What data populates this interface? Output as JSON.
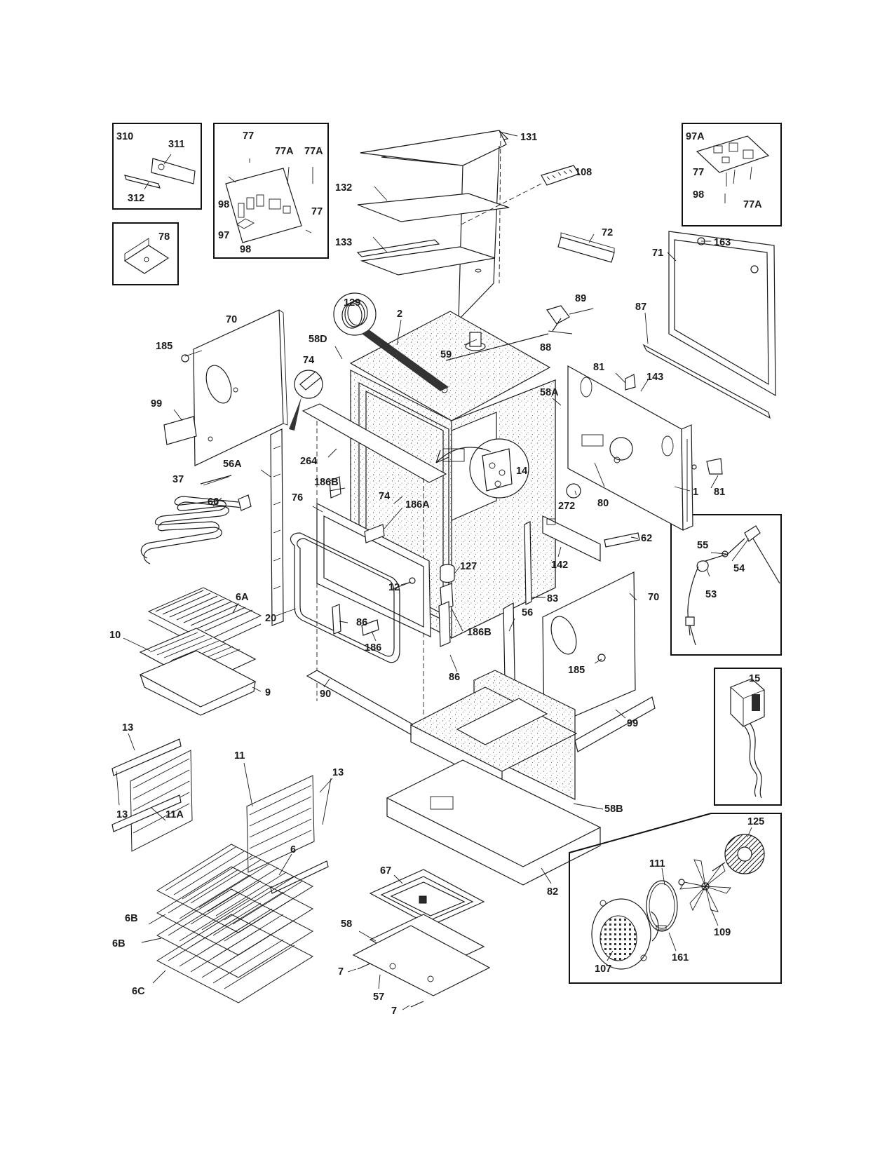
{
  "callouts": [
    {
      "id": "c310",
      "text": "310"
    },
    {
      "id": "c311",
      "text": "311"
    },
    {
      "id": "c312",
      "text": "312"
    },
    {
      "id": "c78",
      "text": "78"
    },
    {
      "id": "c77a",
      "text": "77"
    },
    {
      "id": "c77Aa",
      "text": "77A"
    },
    {
      "id": "c77Ab",
      "text": "77A"
    },
    {
      "id": "c98a",
      "text": "98"
    },
    {
      "id": "c77b",
      "text": "77"
    },
    {
      "id": "c97",
      "text": "97"
    },
    {
      "id": "c98b",
      "text": "98"
    },
    {
      "id": "c131",
      "text": "131"
    },
    {
      "id": "c108",
      "text": "108"
    },
    {
      "id": "c132",
      "text": "132"
    },
    {
      "id": "c133",
      "text": "133"
    },
    {
      "id": "c72",
      "text": "72"
    },
    {
      "id": "c97A",
      "text": "97A"
    },
    {
      "id": "c77c",
      "text": "77"
    },
    {
      "id": "c98c",
      "text": "98"
    },
    {
      "id": "c77Ac",
      "text": "77A"
    },
    {
      "id": "c163",
      "text": "163"
    },
    {
      "id": "c71",
      "text": "71"
    },
    {
      "id": "c87",
      "text": "87"
    },
    {
      "id": "c129",
      "text": "129"
    },
    {
      "id": "c2",
      "text": "2"
    },
    {
      "id": "c89",
      "text": "89"
    },
    {
      "id": "c88",
      "text": "88"
    },
    {
      "id": "c59",
      "text": "59"
    },
    {
      "id": "c58D",
      "text": "58D"
    },
    {
      "id": "c74a",
      "text": "74"
    },
    {
      "id": "c70a",
      "text": "70"
    },
    {
      "id": "c185a",
      "text": "185"
    },
    {
      "id": "c99a",
      "text": "99"
    },
    {
      "id": "c81a",
      "text": "81"
    },
    {
      "id": "c143",
      "text": "143"
    },
    {
      "id": "c58A",
      "text": "58A"
    },
    {
      "id": "c56A",
      "text": "56A"
    },
    {
      "id": "c264",
      "text": "264"
    },
    {
      "id": "c14",
      "text": "14"
    },
    {
      "id": "c37",
      "text": "37"
    },
    {
      "id": "c186Ba",
      "text": "186B"
    },
    {
      "id": "c66",
      "text": "66"
    },
    {
      "id": "c74b",
      "text": "74"
    },
    {
      "id": "c76",
      "text": "76"
    },
    {
      "id": "c186A",
      "text": "186A"
    },
    {
      "id": "c272",
      "text": "272"
    },
    {
      "id": "c80",
      "text": "80"
    },
    {
      "id": "c1",
      "text": "1"
    },
    {
      "id": "c81b",
      "text": "81"
    },
    {
      "id": "c62",
      "text": "62"
    },
    {
      "id": "c55",
      "text": "55"
    },
    {
      "id": "c54",
      "text": "54"
    },
    {
      "id": "c53",
      "text": "53"
    },
    {
      "id": "c12",
      "text": "12"
    },
    {
      "id": "c127",
      "text": "127"
    },
    {
      "id": "c142",
      "text": "142"
    },
    {
      "id": "c83",
      "text": "83"
    },
    {
      "id": "c70b",
      "text": "70"
    },
    {
      "id": "c86a",
      "text": "86"
    },
    {
      "id": "c6A",
      "text": "6A"
    },
    {
      "id": "c20",
      "text": "20"
    },
    {
      "id": "c56",
      "text": "56"
    },
    {
      "id": "c186Bb",
      "text": "186B"
    },
    {
      "id": "c10",
      "text": "10"
    },
    {
      "id": "c186",
      "text": "186"
    },
    {
      "id": "c185b",
      "text": "185"
    },
    {
      "id": "c15",
      "text": "15"
    },
    {
      "id": "c86b",
      "text": "86"
    },
    {
      "id": "c9",
      "text": "9"
    },
    {
      "id": "c90",
      "text": "90"
    },
    {
      "id": "c99b",
      "text": "99"
    },
    {
      "id": "c13a",
      "text": "13"
    },
    {
      "id": "c11",
      "text": "11"
    },
    {
      "id": "c13b",
      "text": "13"
    },
    {
      "id": "c13c",
      "text": "13"
    },
    {
      "id": "c11A",
      "text": "11A"
    },
    {
      "id": "c58B",
      "text": "58B"
    },
    {
      "id": "c125",
      "text": "125"
    },
    {
      "id": "c6",
      "text": "6"
    },
    {
      "id": "c111",
      "text": "111"
    },
    {
      "id": "c67",
      "text": "67"
    },
    {
      "id": "c82",
      "text": "82"
    },
    {
      "id": "c6Ba",
      "text": "6B"
    },
    {
      "id": "c58",
      "text": "58"
    },
    {
      "id": "c109",
      "text": "109"
    },
    {
      "id": "c6Bb",
      "text": "6B"
    },
    {
      "id": "c161",
      "text": "161"
    },
    {
      "id": "c6C",
      "text": "6C"
    },
    {
      "id": "c7a",
      "text": "7"
    },
    {
      "id": "c107",
      "text": "107"
    },
    {
      "id": "c57",
      "text": "57"
    },
    {
      "id": "c7b",
      "text": "7"
    }
  ]
}
